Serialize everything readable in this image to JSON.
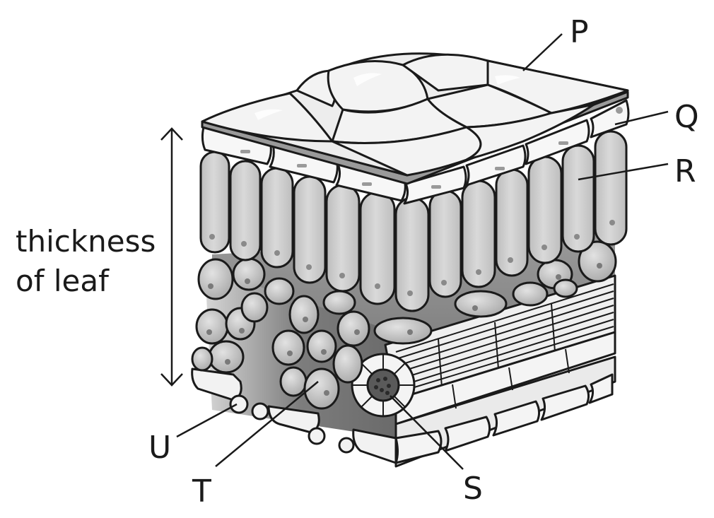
{
  "labels": {
    "p": "P",
    "q": "Q",
    "r": "R",
    "s": "S",
    "t": "T",
    "u": "U"
  },
  "side_label": {
    "line1": "thickness",
    "line2": "of leaf"
  },
  "colors": {
    "outline": "#1a1a1a",
    "cuticle": "#e9e9e9",
    "epidermis": "#f6f6f6",
    "palisade": "#cfcfcf",
    "spongy": "#c9c9c9",
    "air_space_dark": "#8c8c8c",
    "nucleus": "#8a8a8a"
  }
}
